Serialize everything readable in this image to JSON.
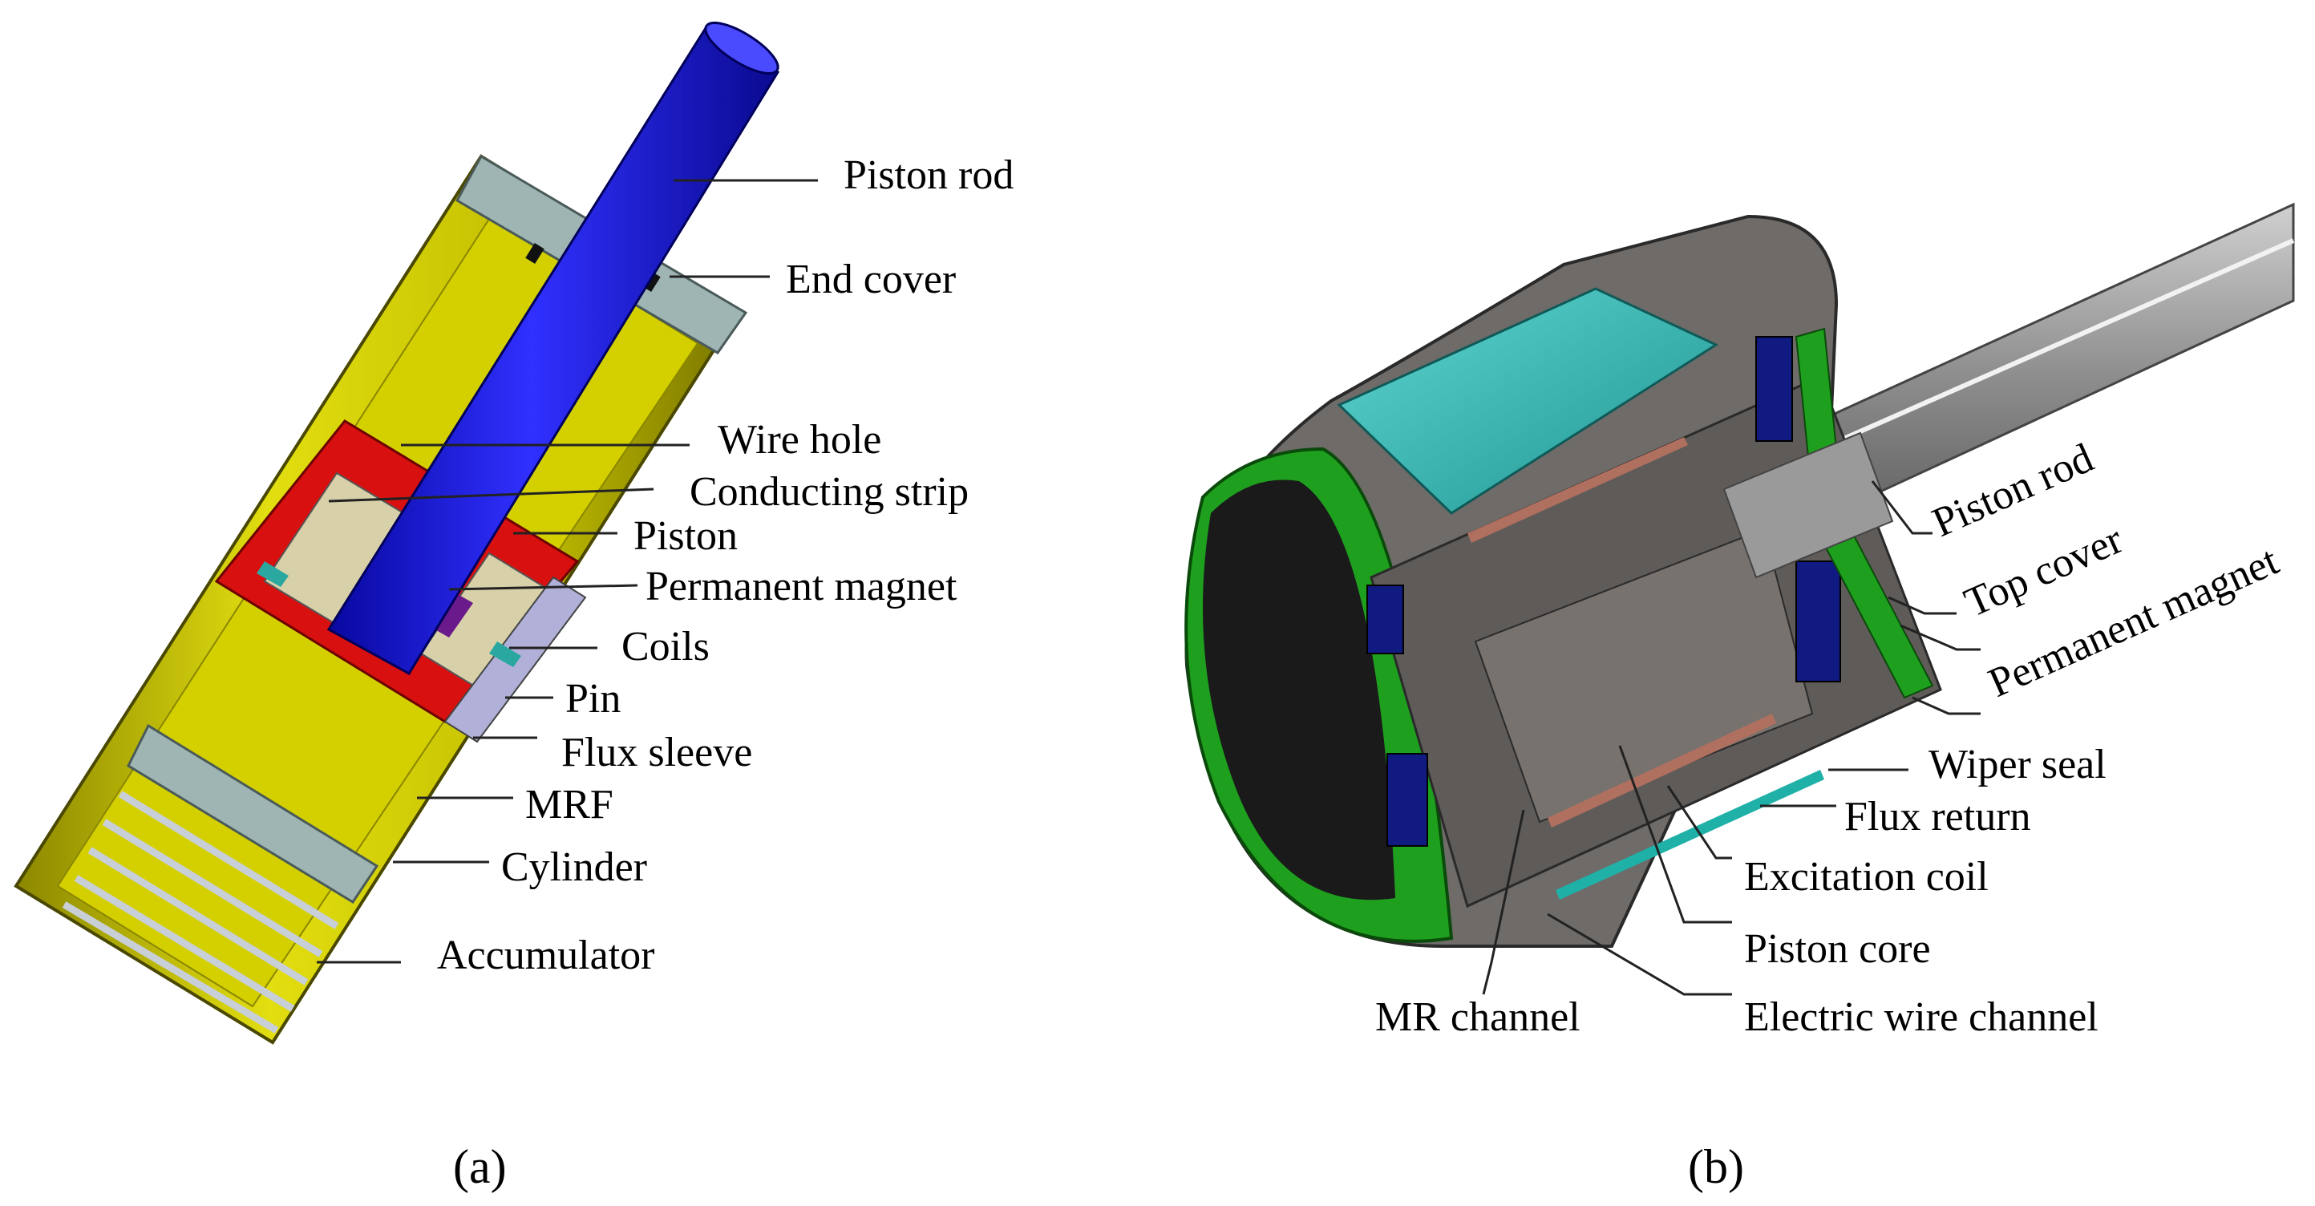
{
  "panel_a": {
    "caption": "(a)",
    "labels": {
      "piston_rod": "Piston rod",
      "end_cover": "End cover",
      "wire_hole": "Wire hole",
      "conducting_strip": "Conducting strip",
      "piston": "Piston",
      "permanent_magnet": "Permanent magnet",
      "coils": "Coils",
      "pin": "Pin",
      "flux_sleeve": "Flux sleeve",
      "mrf": "MRF",
      "cylinder": "Cylinder",
      "accumulator": "Accumulator"
    }
  },
  "panel_b": {
    "caption": "(b)",
    "labels": {
      "piston_rod": "Piston rod",
      "top_cover": "Top cover",
      "permanent_magnet": "Permanent magnet",
      "wiper_seal": "Wiper seal",
      "flux_return": "Flux return",
      "excitation_coil": "Excitation coil",
      "piston_core": "Piston core",
      "electric_wire_channel": "Electric wire channel",
      "mr_channel": "MR channel"
    }
  },
  "colors": {
    "cylinder_yellow": "#c8c400",
    "cover_grey_blue": "#9fb5b3",
    "rod_blue": "#1a1ad8",
    "piston_red": "#d81010",
    "coil_tan": "#d8d0a8",
    "housing_grey": "#6f6b68",
    "sleeve_teal": "#2ab4b0",
    "cover_green": "#1ea01e",
    "magnet_navy": "#101a80"
  }
}
